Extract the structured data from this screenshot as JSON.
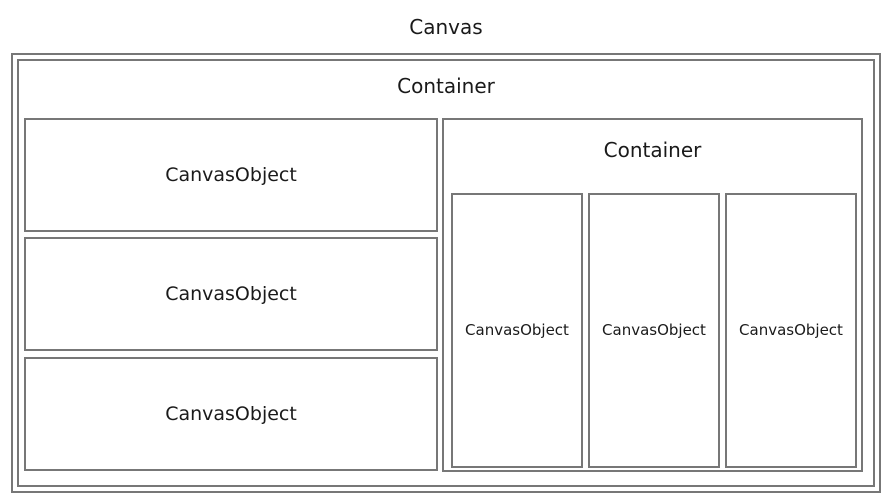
{
  "diagram": {
    "canvas_label": "Canvas",
    "container_label": "Container",
    "left_objects": [
      {
        "label": "CanvasObject"
      },
      {
        "label": "CanvasObject"
      },
      {
        "label": "CanvasObject"
      }
    ],
    "nested_container_label": "Container",
    "right_objects": [
      {
        "label": "CanvasObject"
      },
      {
        "label": "CanvasObject"
      },
      {
        "label": "CanvasObject"
      }
    ]
  }
}
